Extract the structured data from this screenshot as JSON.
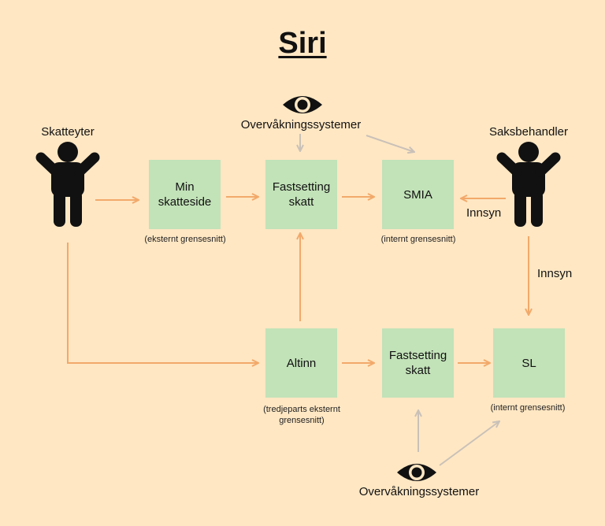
{
  "title": "Siri",
  "actors": {
    "taxpayer": "Skatteyter",
    "caseworker": "Saksbehandler"
  },
  "monitoring": {
    "top": "Overvåkningssystemer",
    "bottom": "Overvåkningssystemer"
  },
  "boxes": {
    "min_skatteside": "Min skatteside",
    "fastsetting_top": "Fastsetting skatt",
    "smia": "SMIA",
    "altinn": "Altinn",
    "fastsetting_bottom": "Fastsetting skatt",
    "sl": "SL"
  },
  "captions": {
    "min_skatteside": "(eksternt grensesnitt)",
    "smia": "(internt grensesnitt)",
    "altinn": "(tredjeparts eksternt grensesnitt)",
    "sl": "(internt grensesnitt)"
  },
  "edge_labels": {
    "innsyn_smia": "Innsyn",
    "innsyn_sl": "Innsyn"
  },
  "colors": {
    "background": "#FFE7C3",
    "box": "#C2E2B8",
    "flow_arrow": "#F2A96A",
    "monitor_arrow": "#C9C1B8",
    "figure": "#111111"
  },
  "icons": {
    "actor": "person-arms-raised-icon",
    "monitor": "eye-icon"
  }
}
